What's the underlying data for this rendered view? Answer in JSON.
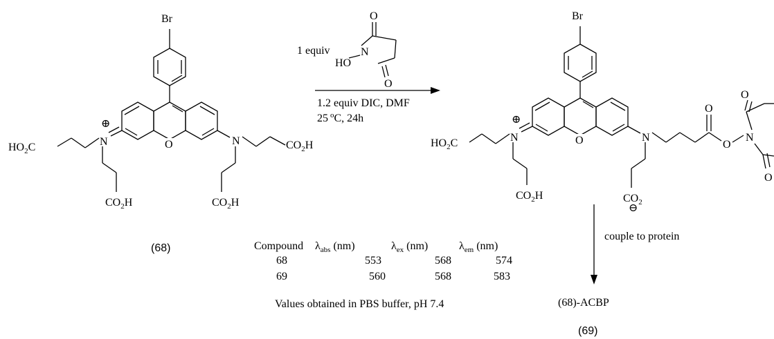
{
  "reaction": {
    "reagent_equiv": "1 equiv",
    "reagent_ho": "HO",
    "reagent_n": "N",
    "reagent_o1": "O",
    "reagent_o2": "O",
    "conditions_line1": "1.2 equiv DIC, DMF",
    "conditions_line2": "25",
    "conditions_deg": "o",
    "conditions_line2b": "C, 24h"
  },
  "compound68": {
    "label": "(68)",
    "br": "Br",
    "o_ring": "O",
    "n_left": "N",
    "n_right": "N",
    "plus": "⊕",
    "ho2c": "HO",
    "ho2c_sub": "2",
    "ho2c_c": "C",
    "co2h_right": "CO",
    "co2h_right_sub": "2",
    "co2h_right_h": "H",
    "co2h_bl": "CO",
    "co2h_bl_sub": "2",
    "co2h_bl_h": "H",
    "co2h_br": "CO",
    "co2h_br_sub": "2",
    "co2h_br_h": "H"
  },
  "compound69": {
    "label": "(69)",
    "product_name": "(68)-ACBP",
    "couple_text": "couple to protein",
    "br": "Br",
    "o_ring": "O",
    "n_left": "N",
    "n_right": "N",
    "plus": "⊕",
    "minus": "⊖",
    "ho2c": "HO",
    "ho2c_sub": "2",
    "ho2c_c": "C",
    "co2h": "CO",
    "co2h_sub": "2",
    "co2h_h": "H",
    "co2": "CO",
    "co2_sub": "2",
    "ester_o": "O",
    "ester_bridge_o": "O",
    "nhs_n": "N",
    "nhs_o1": "O",
    "nhs_o2": "O"
  },
  "table": {
    "headers": [
      "Compound",
      "λ",
      "abs",
      " (nm)",
      "λ",
      "ex",
      " (nm)",
      "λ",
      "em",
      " (nm)"
    ],
    "rows": [
      [
        "68",
        "553",
        "568",
        "574"
      ],
      [
        "69",
        "560",
        "568",
        "583"
      ]
    ],
    "note": "Values obtained in PBS buffer, pH 7.4"
  }
}
